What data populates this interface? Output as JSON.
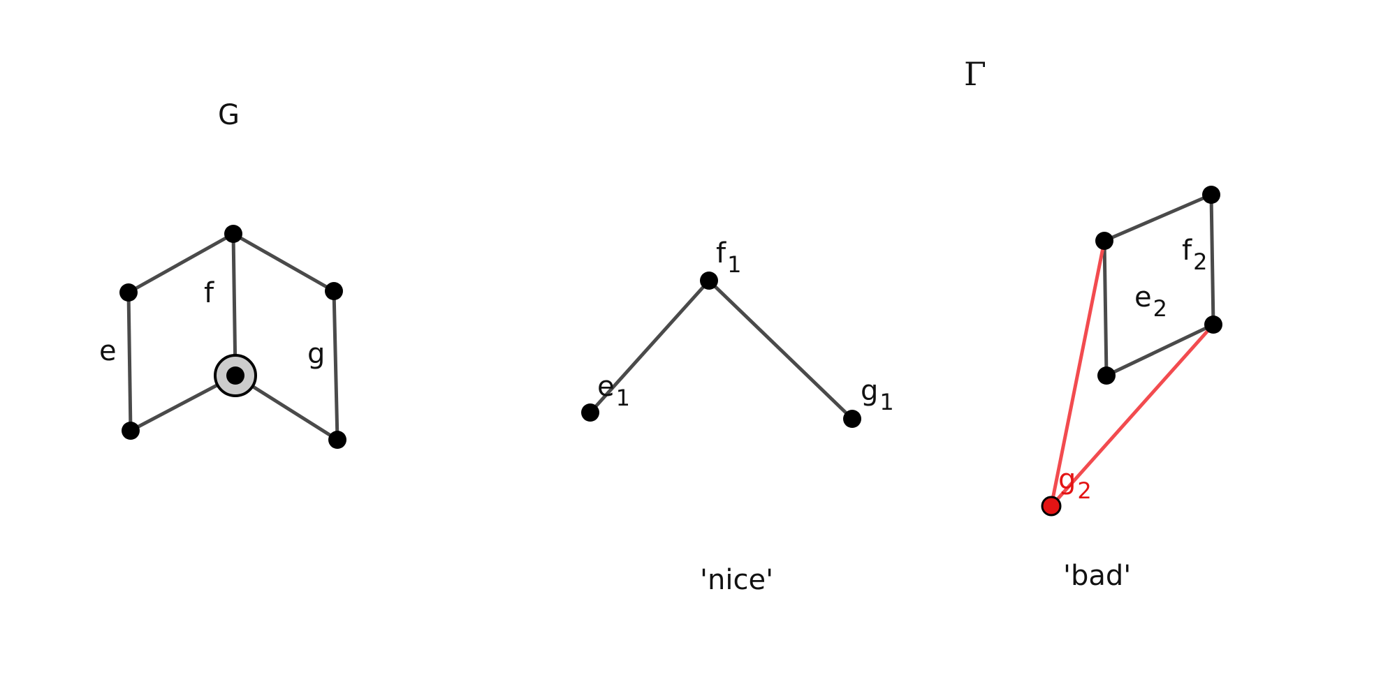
{
  "graph_G": {
    "title": "G",
    "edge_labels": {
      "e": "e",
      "f": "f",
      "g": "g"
    }
  },
  "graph_nice": {
    "caption": "'nice'",
    "labels": {
      "f": {
        "base": "f",
        "sub": "1"
      },
      "e": {
        "base": "e",
        "sub": "1"
      },
      "g": {
        "base": "g",
        "sub": "1"
      }
    }
  },
  "graph_bad": {
    "title": "Γ",
    "caption": "'bad'",
    "labels": {
      "f": {
        "base": "f",
        "sub": "2"
      },
      "e": {
        "base": "e",
        "sub": "2"
      },
      "g": {
        "base": "g",
        "sub": "2"
      }
    },
    "highlight_color": "#f24b4f"
  },
  "colors": {
    "edge": "#4a4a4a",
    "node": "#000000",
    "bad_edge": "#f24b4f",
    "bad_node": "#e31414",
    "marked_vertex_fill": "#cccccc"
  }
}
